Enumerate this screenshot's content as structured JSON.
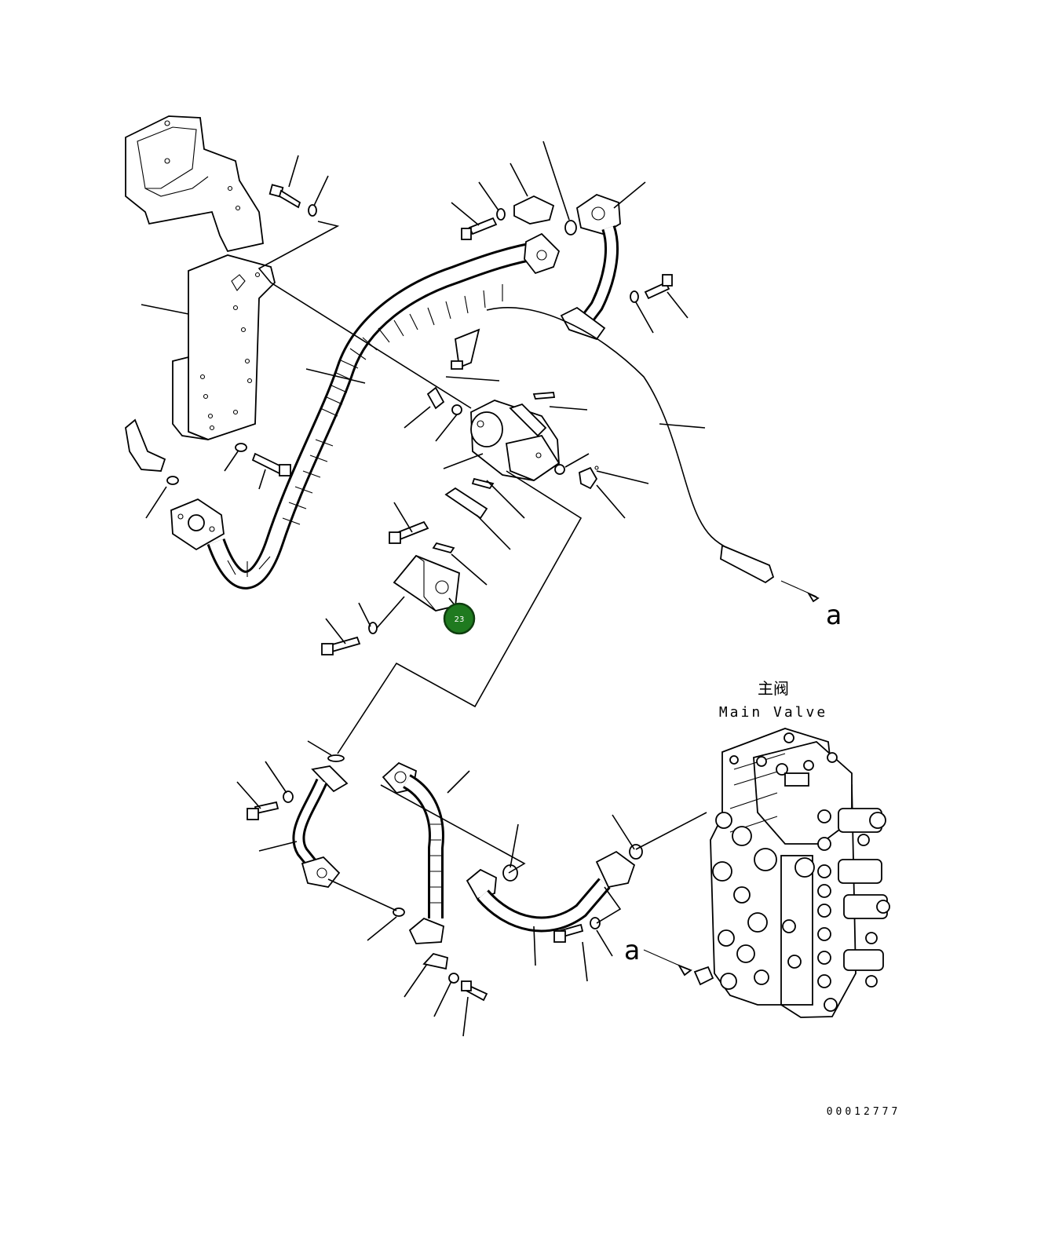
{
  "main_valve": {
    "label_cn": "主阀",
    "label_en": "Main Valve"
  },
  "connection_marker_upper": "a",
  "connection_marker_lower": "a",
  "callout": {
    "number": "23",
    "color": "#1f7a1f"
  },
  "drawing_number": "00012777"
}
